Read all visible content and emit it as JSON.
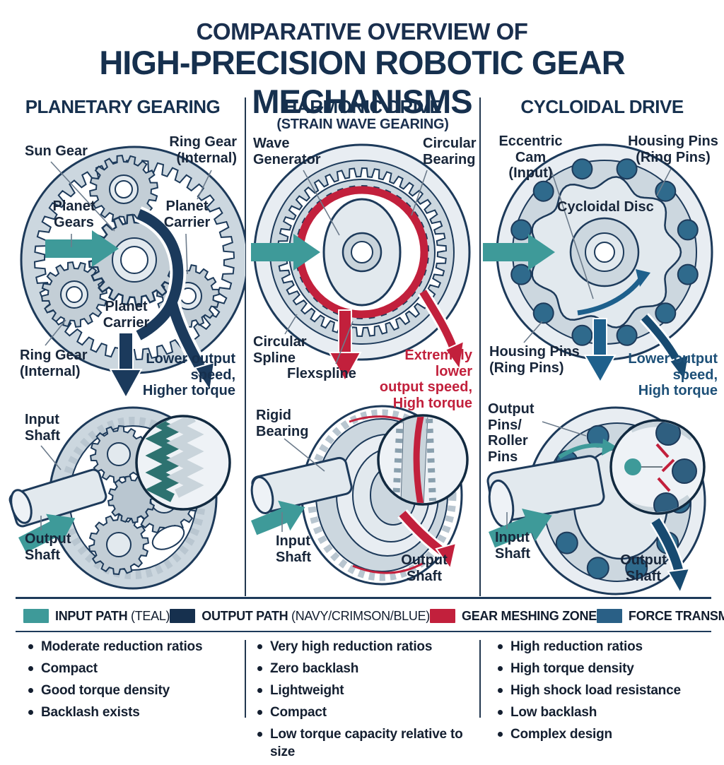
{
  "title": {
    "line1": "COMPARATIVE OVERVIEW OF",
    "line2": "HIGH-PRECISION ROBOTIC GEAR MECHANISMS"
  },
  "colors": {
    "teal": "#3E9A99",
    "navy": "#16304E",
    "crimson": "#C2203C",
    "blue": "#2A6086"
  },
  "columns": [
    {
      "header": "PLANETARY GEARING",
      "subheader": "",
      "labels": {
        "sun_gear": "Sun Gear",
        "ring_gear_top": "Ring Gear\n(Internal)",
        "planet_gears": "Planet\nGears",
        "planet_carrier_right": "Planet\nCarrier",
        "planet_carrier_bottom": "Planet\nCarrier",
        "ring_gear_bottom": "Ring Gear\n(Internal)",
        "outcome": "Lower output\nspeed,\nHigher torque",
        "input_shaft": "Input\nShaft",
        "output_shaft": "Output\nShaft"
      },
      "bullets": [
        "Moderate reduction ratios",
        "Compact",
        "Good torque density",
        "Backlash exists"
      ]
    },
    {
      "header": "HARMONIC DRIVE",
      "subheader": "(STRAIN WAVE GEARING)",
      "labels": {
        "wave_generator": "Wave\nGenerator",
        "circular_bearing": "Circular\nBearing",
        "circular_spline": "Circular\nSpline",
        "flexspline": "Flexspline",
        "outcome": "Extremely lower\noutput speed,\nHigh torque",
        "rigid_bearing": "Rigid\nBearing",
        "input_shaft": "Input\nShaft",
        "output_shaft": "Output\nShaft"
      },
      "bullets": [
        "Very high reduction ratios",
        "Zero backlash",
        "Lightweight",
        "Compact",
        "Low torque capacity relative to size"
      ]
    },
    {
      "header": "CYCLOIDAL DRIVE",
      "subheader": "",
      "labels": {
        "eccentric_cam": "Eccentric Cam\n(Input)",
        "housing_pins_top": "Housing Pins\n(Ring Pins)",
        "cycloidal_disc": "Cycloidal Disc",
        "housing_pins_bottom": "Housing Pins\n(Ring Pins)",
        "outcome": "Lower output\nspeed,\nHigh torque",
        "output_pins": "Output\nPins/\nRoller\nPins",
        "input_shaft": "Input\nShaft",
        "output_shaft": "Output\nShaft"
      },
      "bullets": [
        "High reduction ratios",
        "High torque density",
        "High shock load resistance",
        "Low backlash",
        "Complex design"
      ]
    }
  ],
  "legend": {
    "items": [
      {
        "label": "INPUT PATH",
        "note": "(TEAL)",
        "color": "#3E9A99"
      },
      {
        "label": "OUTPUT PATH",
        "note": "(NAVY/CRIMSON/BLUE)",
        "color": "#16304E"
      },
      {
        "label": "GEAR MESHING ZONE",
        "note": "",
        "color": "#C2203C"
      },
      {
        "label": "FORCE TRANSMISSION",
        "note": "",
        "color": "#2A6086"
      }
    ]
  }
}
